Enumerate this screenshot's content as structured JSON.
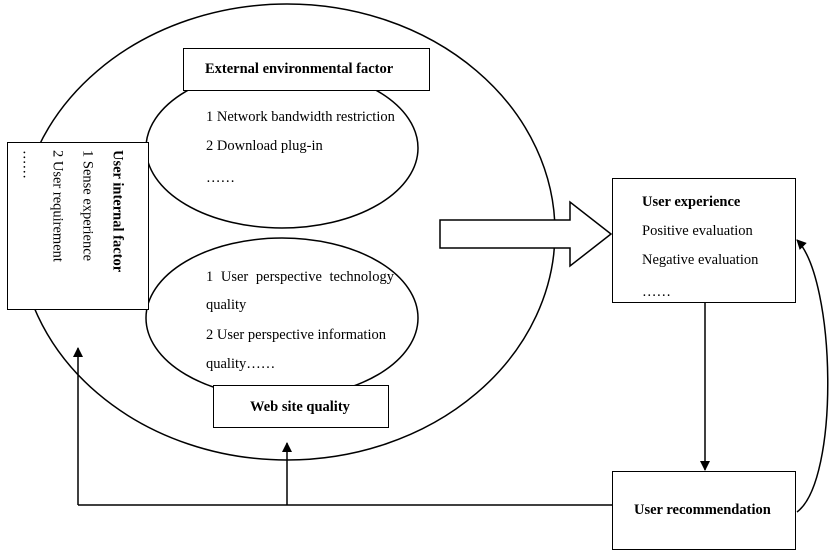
{
  "external_factor": {
    "title": "External environmental factor",
    "items": [
      "1 Network bandwidth restriction",
      "2 Download plug-in",
      "……"
    ]
  },
  "website_quality": {
    "title": "Web site quality",
    "items": [
      "1  User  perspective  technology",
      "quality",
      "2 User perspective information",
      "quality……"
    ]
  },
  "internal_factor": {
    "title": "User internal factor",
    "items": [
      "1 Sense experience",
      "2 User requirement",
      "……"
    ]
  },
  "user_experience": {
    "title": "User experience",
    "items": [
      "Positive evaluation",
      "Negative evaluation",
      "……"
    ]
  },
  "user_recommendation": {
    "title": "User recommendation"
  }
}
